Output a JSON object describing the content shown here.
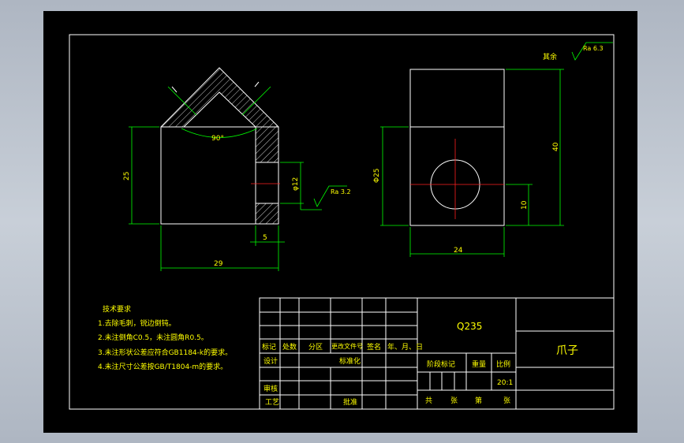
{
  "drawing": {
    "title_block": {
      "material": "Q235",
      "part_name": "爪子",
      "scale": "20:1",
      "header_labels": [
        "标记",
        "处数",
        "分区",
        "更改文件号",
        "签名",
        "年、月、日"
      ],
      "design_label": "设计",
      "standardize_label": "标准化",
      "review_label": "审核",
      "process_label": "工艺",
      "approve_label": "批准",
      "stage_mark_label": "阶段标记",
      "weight_label": "重量",
      "scale_label": "比例",
      "sheets_total_label": "共",
      "sheets_unit_label": "张",
      "sheet_no_label": "第",
      "sheet_unit2_label": "张"
    },
    "tech_requirements": {
      "heading": "技术要求",
      "items": [
        "1.去除毛刺，锐边倒钝。",
        "2.未注倒角C0.5，未注圆角R0.5。",
        "3.未注形状公差应符合GB1184-k的要求。",
        "4.未注尺寸公差按GB/T1804-m的要求。"
      ]
    },
    "roughness": {
      "rest_label": "其余",
      "rest_value": "Ra 6.3",
      "hole_value": "Ra 3.2"
    },
    "dimensions": {
      "left_width": "29",
      "left_height": "25",
      "left_slot": "5",
      "left_hole": "φ12",
      "angle": "90°",
      "right_width": "24",
      "right_height": "40",
      "right_dia": "Φ25",
      "right_offset": "10"
    }
  }
}
